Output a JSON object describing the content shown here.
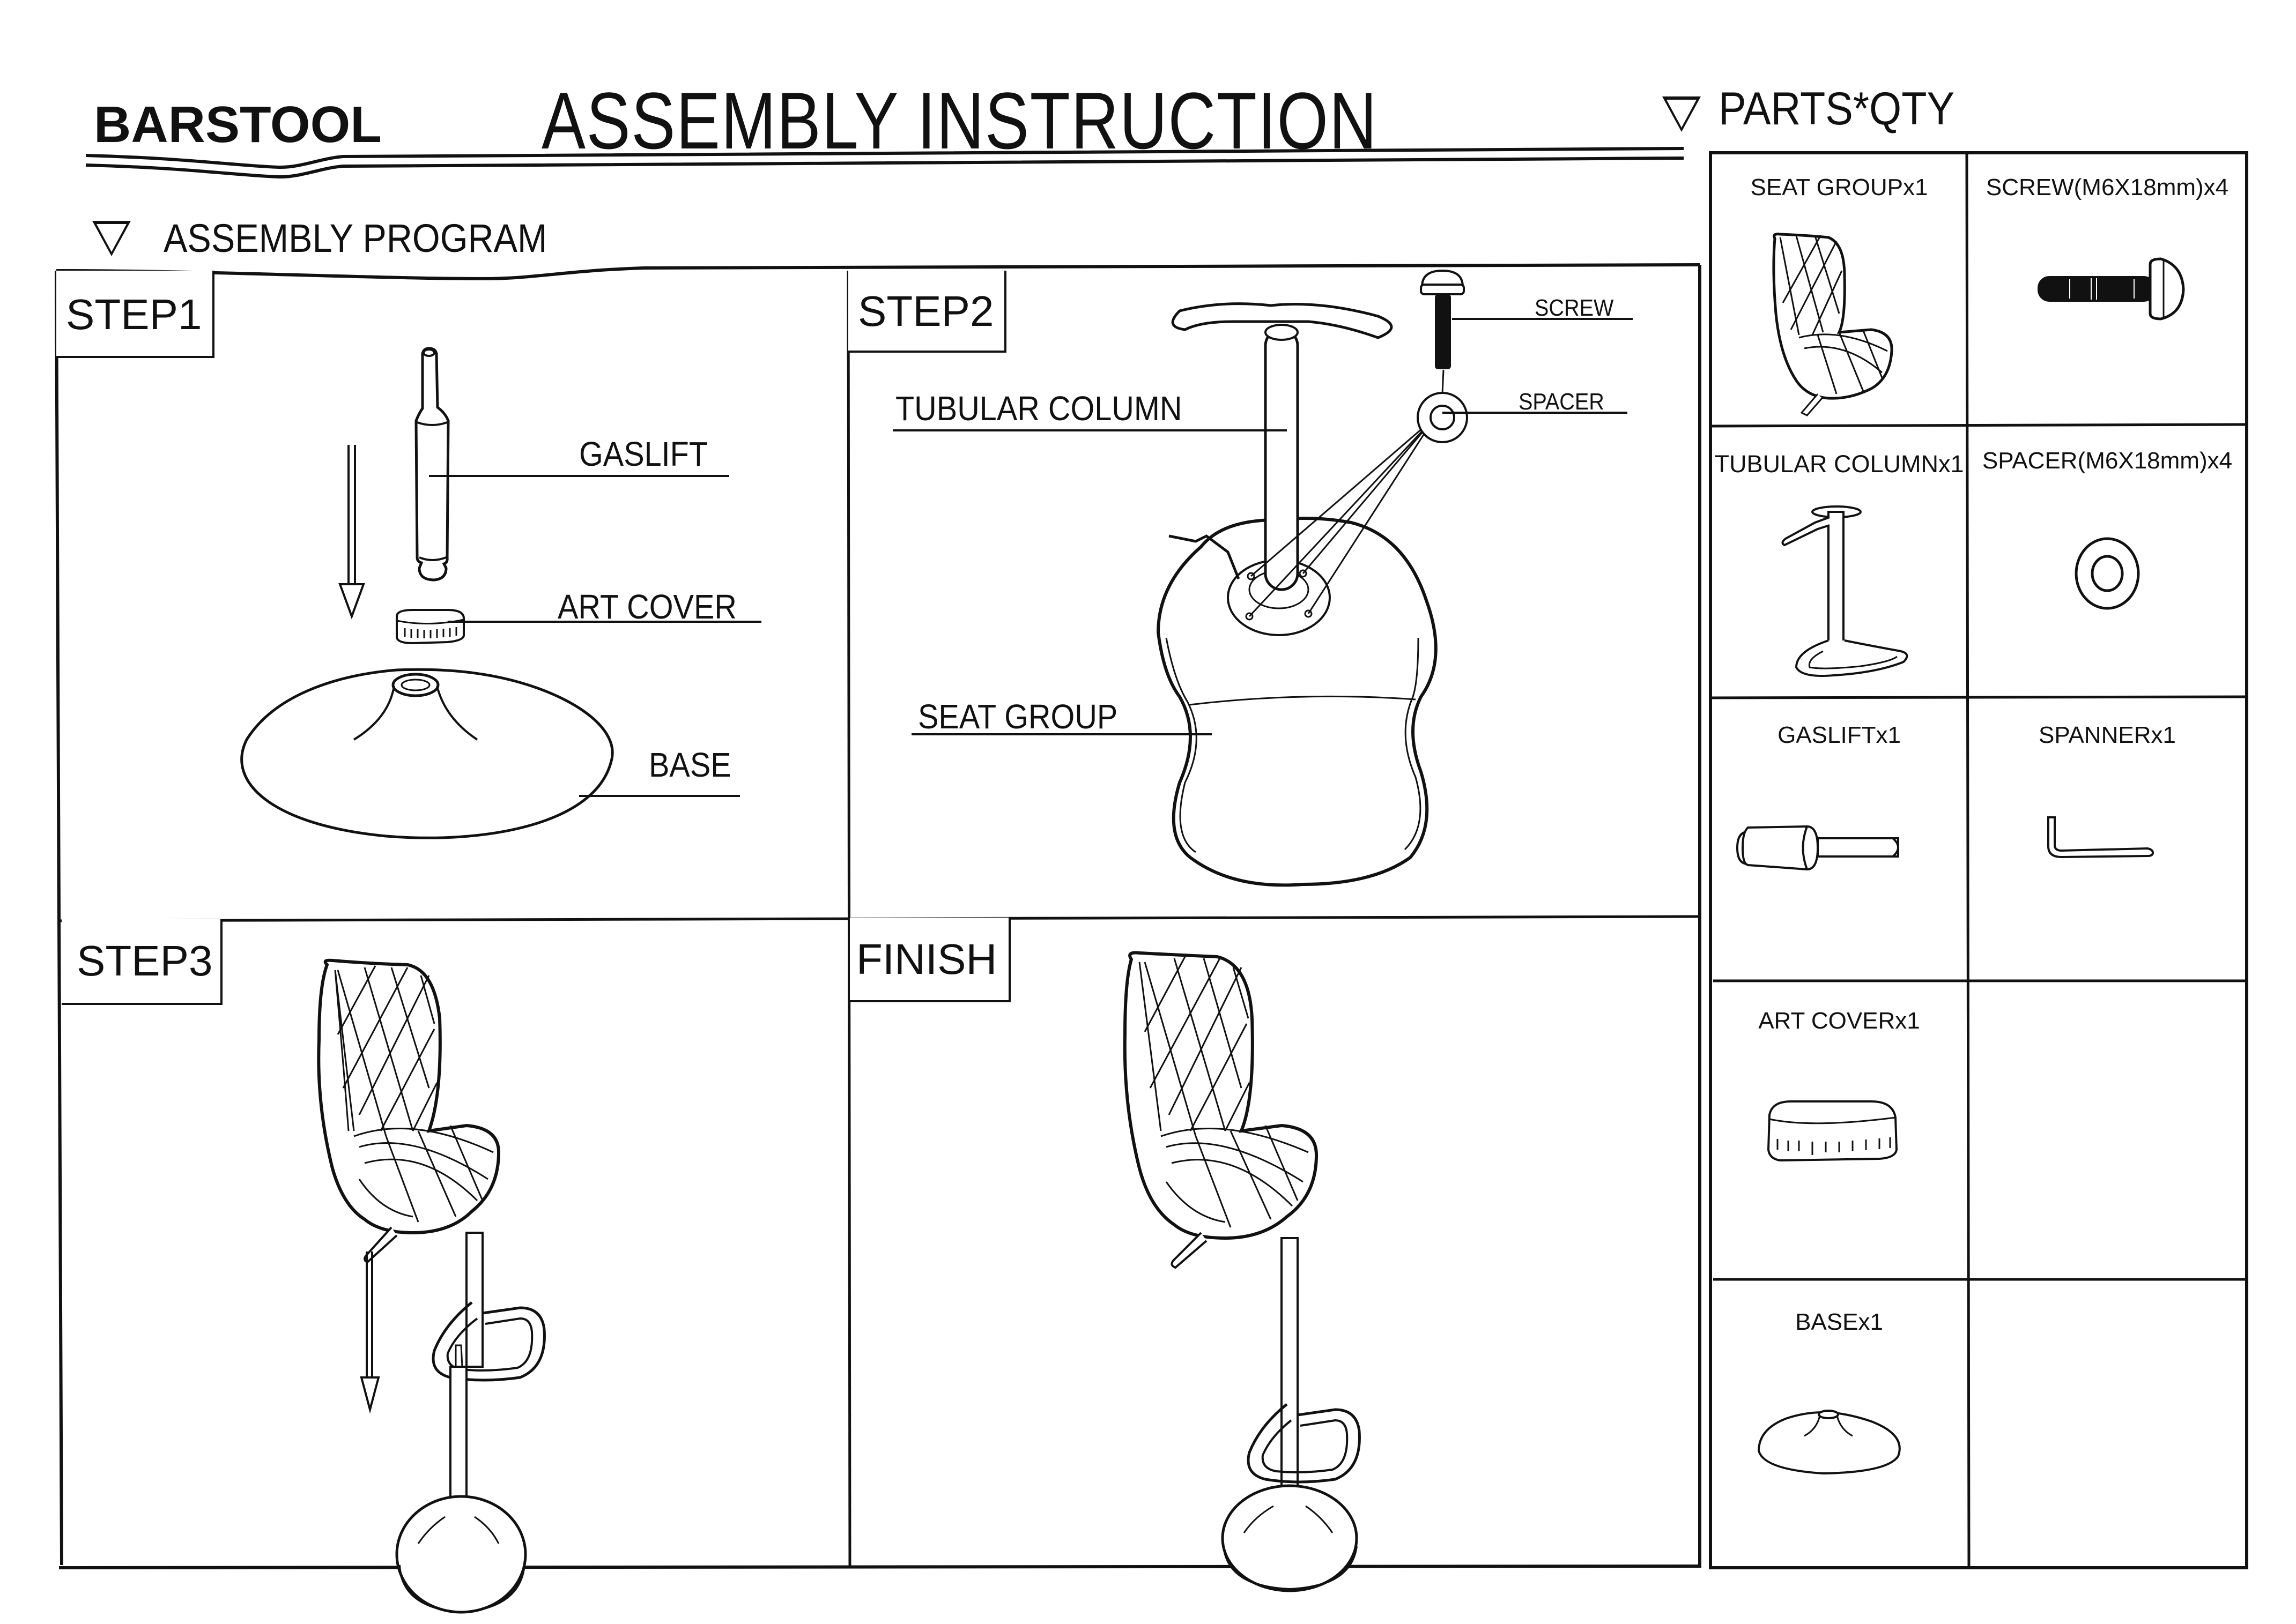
{
  "header": {
    "brand": "BARSTOOL",
    "title": "ASSEMBLY  INSTRUCTION",
    "program_heading": "ASSEMBLY PROGRAM",
    "parts_heading": "PARTS*QTY"
  },
  "steps": [
    {
      "tag": "STEP1",
      "callouts": [
        "GASLIFT",
        "ART COVER",
        "BASE"
      ]
    },
    {
      "tag": "STEP2",
      "callouts": [
        "TUBULAR  COLUMN",
        "SEAT GROUP",
        "SCREW",
        "SPACER"
      ]
    },
    {
      "tag": "STEP3",
      "callouts": []
    },
    {
      "tag": "FINISH",
      "callouts": []
    }
  ],
  "parts": [
    {
      "label": "SEAT GROUPx1",
      "icon": "seat-group-icon"
    },
    {
      "label": "SCREW(M6X18mm)x4",
      "icon": "screw-icon"
    },
    {
      "label": "TUBULAR  COLUMNx1",
      "icon": "tubular-column-icon"
    },
    {
      "label": "SPACER(M6X18mm)x4",
      "icon": "spacer-icon"
    },
    {
      "label": "GASLIFTx1",
      "icon": "gaslift-icon"
    },
    {
      "label": "SPANNERx1",
      "icon": "spanner-icon"
    },
    {
      "label": "ART COVERx1",
      "icon": "art-cover-icon"
    },
    {
      "label": "BASEx1",
      "icon": "base-icon"
    }
  ],
  "colors": {
    "ink": "#111111",
    "paper": "#ffffff"
  }
}
